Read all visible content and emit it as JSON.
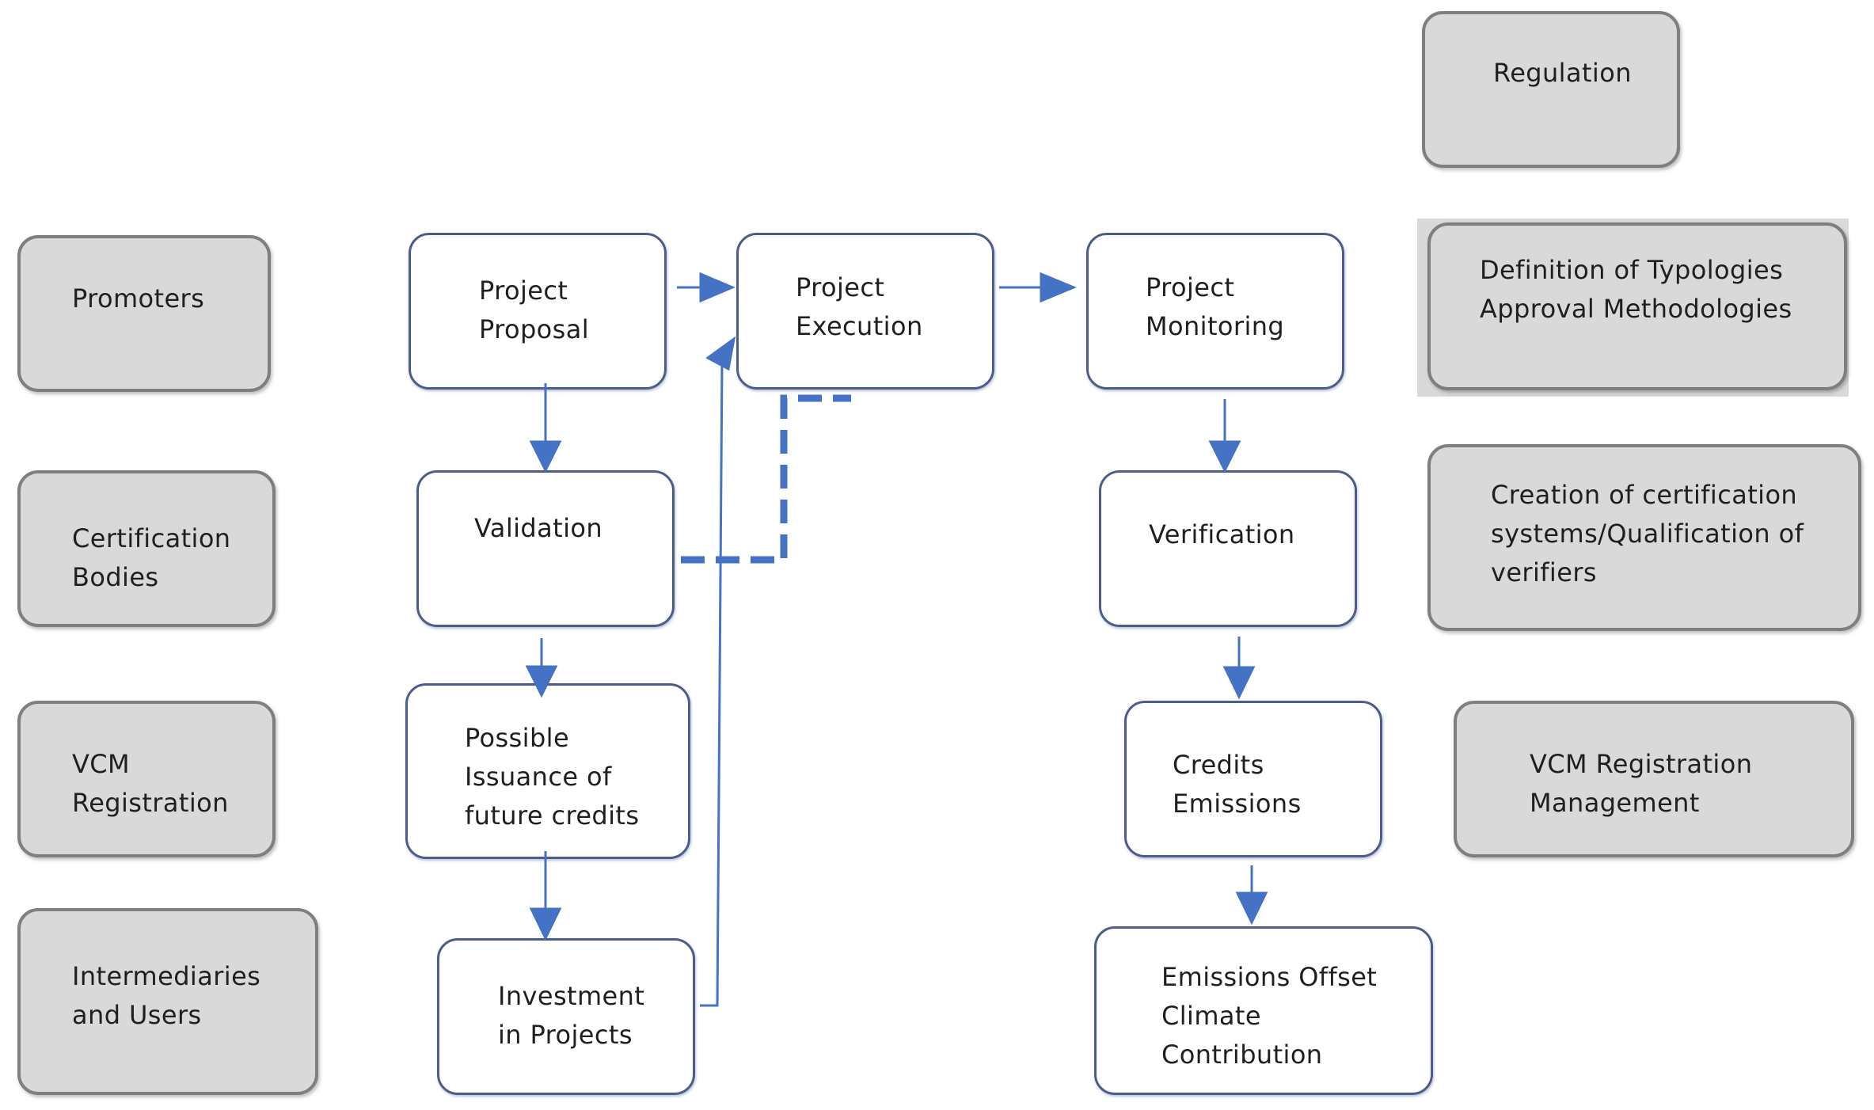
{
  "colors": {
    "arrow": "#4472c4",
    "gray_box_fill": "#d9d9d9",
    "gray_box_border": "#7f7f7f",
    "white_box_border": "#4a5d8c"
  },
  "actors": {
    "promoters": "Promoters",
    "certification_bodies": "Certification\nBodies",
    "vcm_registration": "VCM\nRegistration",
    "intermediaries": "Intermediaries\nand Users"
  },
  "process": {
    "project_proposal": "Project\nProposal",
    "project_execution": "Project\nExecution",
    "project_monitoring": "Project\nMonitoring",
    "validation": "Validation",
    "possible_issuance": "Possible\nIssuance of\nfuture  credits",
    "investment": "Investment\nin Projects",
    "verification": "Verification",
    "credits_emissions": "Credits\nEmissions",
    "emissions_offset": "Emissions Offset\nClimate\nContribution"
  },
  "regulation": {
    "regulation": "Regulation",
    "definition": "Definition of Typologies\nApproval Methodologies",
    "creation": "Creation of certification\nsystems/Qualification of\nverifiers",
    "vcm_management": "VCM  Registration\nManagement"
  }
}
